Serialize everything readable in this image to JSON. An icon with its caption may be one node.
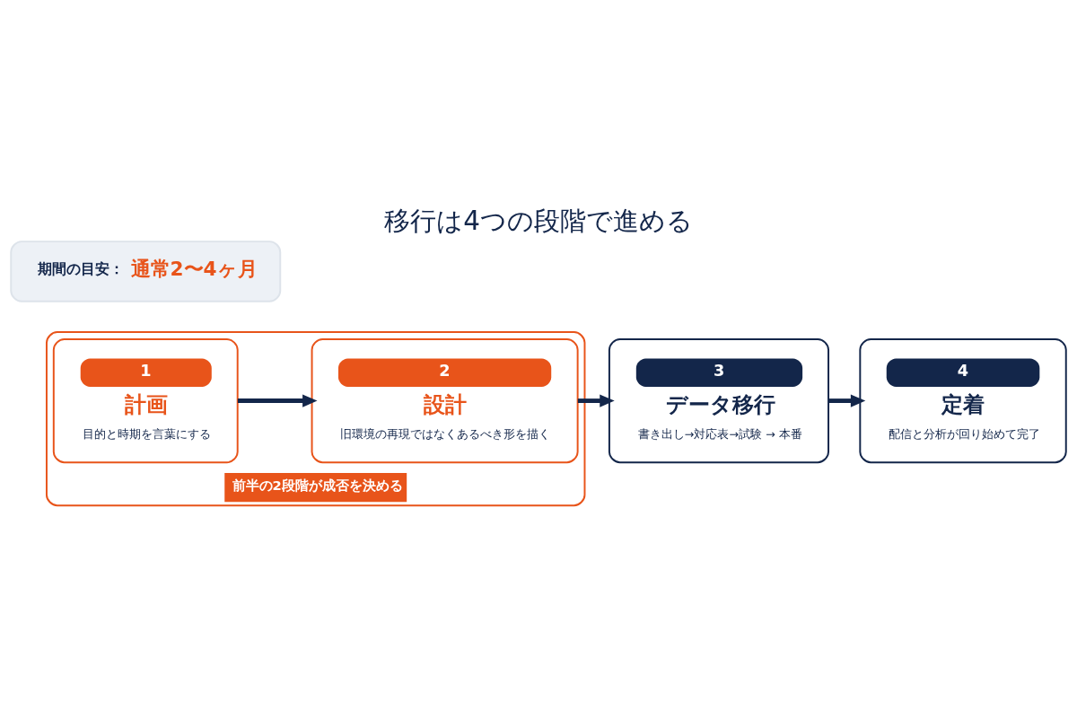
{
  "diagram": {
    "title": "移行は4つの段階で進める",
    "nodes": [
      {
        "text": [
          "前半の2段階が成否を決める"
        ]
      },
      {
        "text": [
          "1",
          "計画",
          "目的と時期を言葉にする"
        ],
        "in": 0
      },
      {
        "text": [
          "2",
          "設計",
          "旧環境の再現ではなくあるべき形を描く"
        ],
        "in": 0
      },
      {
        "text": [
          "3",
          "データ移行",
          "書き出し→対応表→試験 → 本番"
        ]
      },
      {
        "text": [
          "4",
          "定着",
          "配信と分析が回り始めて完了"
        ]
      },
      {
        "text": [
          "期間の目安：",
          "通常2〜4ヶ月"
        ]
      }
    ],
    "edges": [
      {
        "from": 1,
        "to": 2,
        "arrow": "to"
      },
      {
        "from": 2,
        "to": 3,
        "arrow": "to"
      },
      {
        "from": 3,
        "to": 4,
        "arrow": "to"
      }
    ]
  }
}
